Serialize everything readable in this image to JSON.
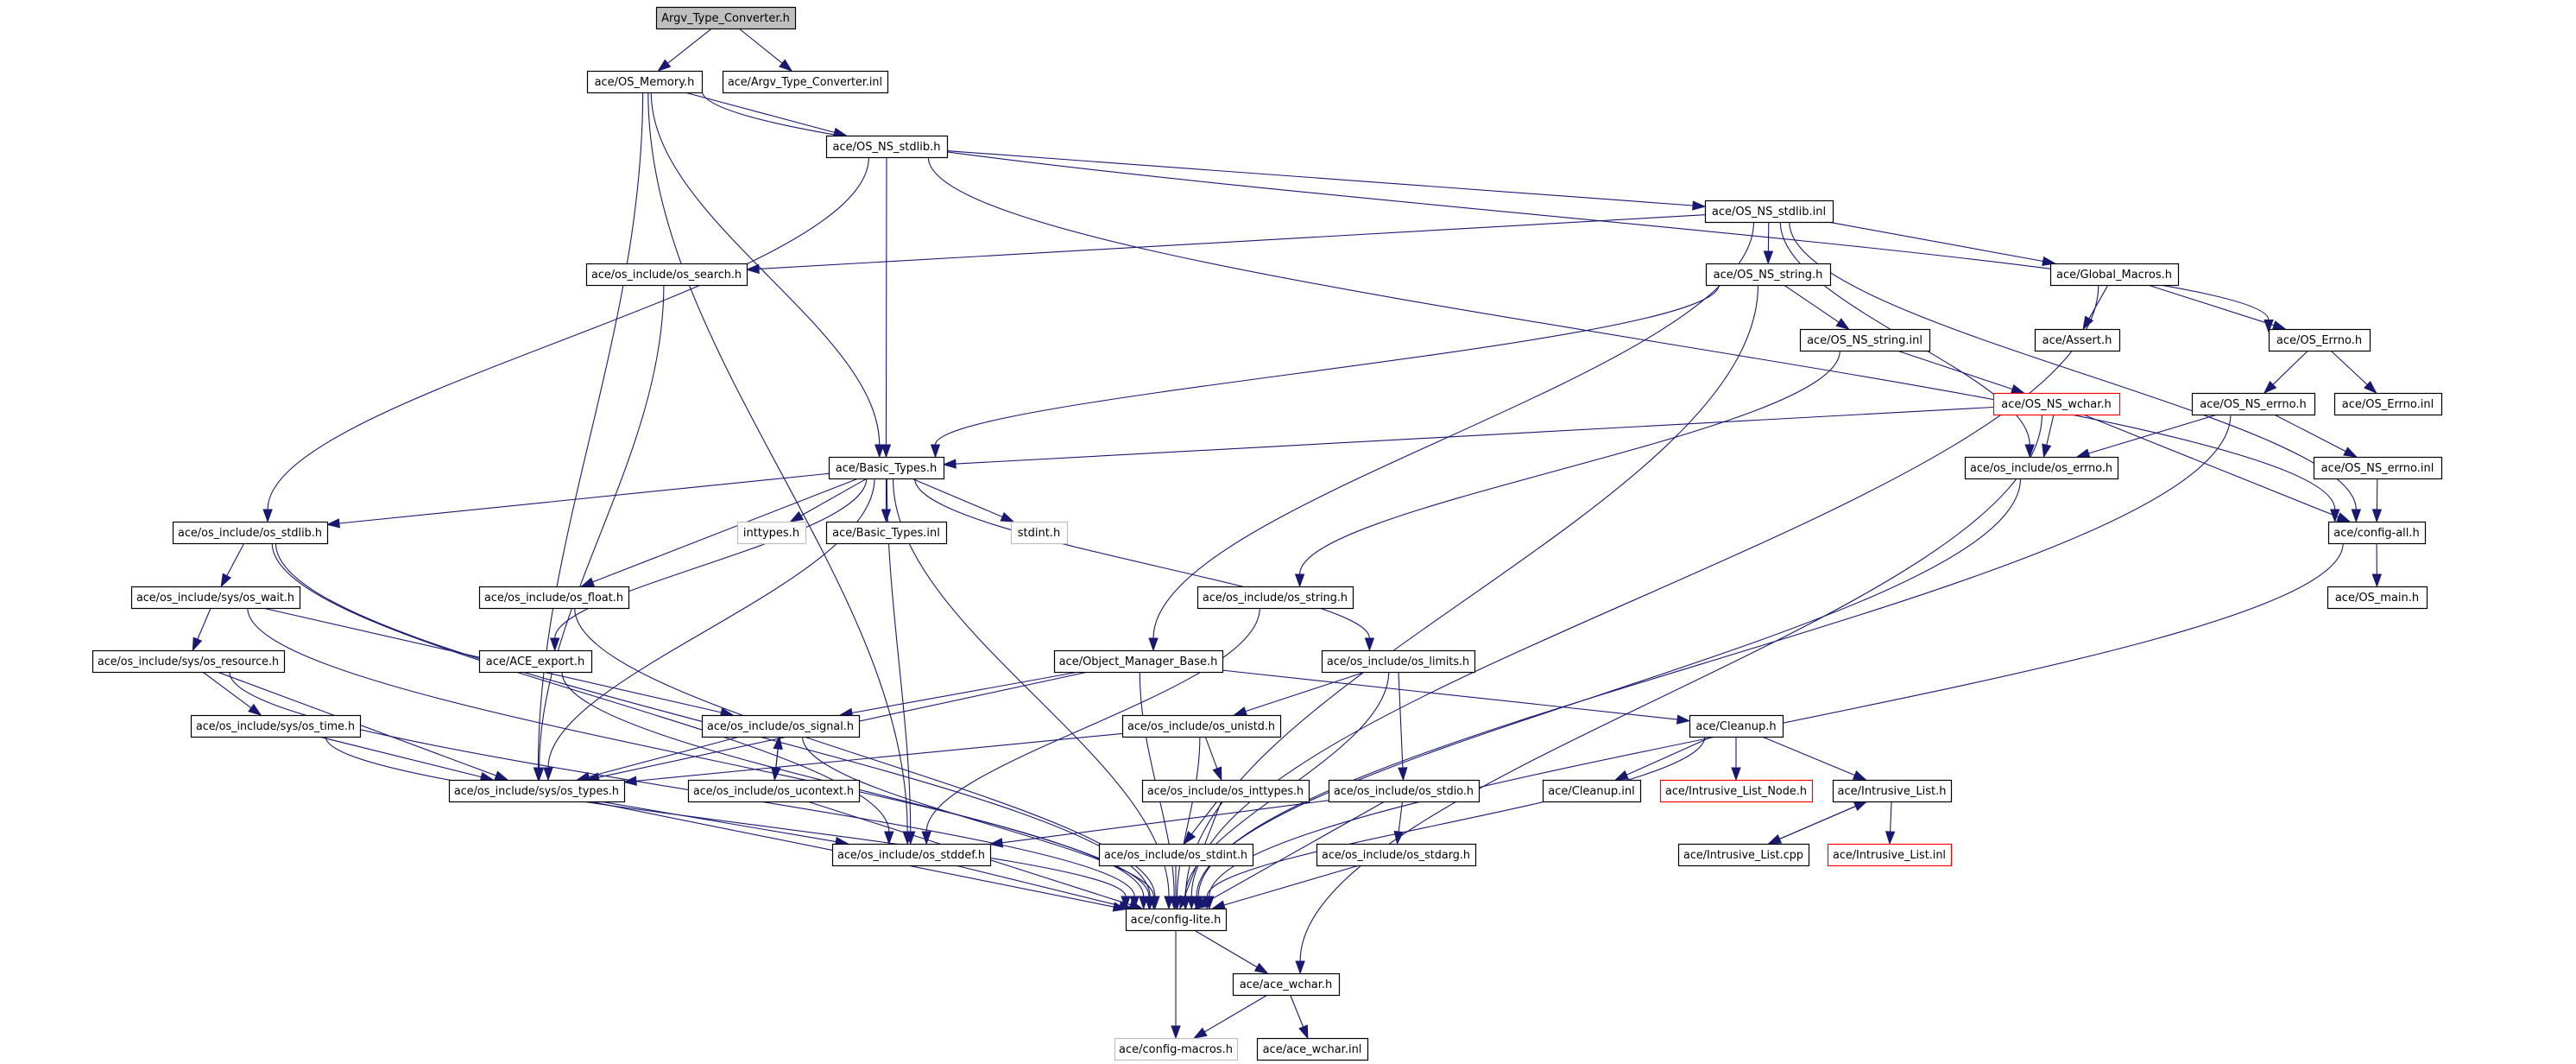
{
  "diagram": {
    "title": "Argv_Type_Converter.h include dependency graph",
    "colors": {
      "edge": "#191970",
      "root_fill": "#bfbfbf",
      "missing_border": "#ff0000",
      "external_border": "#bfbfbf",
      "normal_border": "#000000"
    },
    "nodes": [
      {
        "id": "argv_h",
        "label": "Argv_Type_Converter.h",
        "kind": "root"
      },
      {
        "id": "os_memory",
        "label": "ace/OS_Memory.h",
        "kind": "normal"
      },
      {
        "id": "argv_inl",
        "label": "ace/Argv_Type_Converter.inl",
        "kind": "normal"
      },
      {
        "id": "os_ns_stdlib_h",
        "label": "ace/OS_NS_stdlib.h",
        "kind": "normal"
      },
      {
        "id": "os_ns_stdlib_inl",
        "label": "ace/OS_NS_stdlib.inl",
        "kind": "normal"
      },
      {
        "id": "os_search",
        "label": "ace/os_include/os_search.h",
        "kind": "normal"
      },
      {
        "id": "os_ns_string_h",
        "label": "ace/OS_NS_string.h",
        "kind": "normal"
      },
      {
        "id": "global_macros",
        "label": "ace/Global_Macros.h",
        "kind": "normal"
      },
      {
        "id": "os_ns_string_inl",
        "label": "ace/OS_NS_string.inl",
        "kind": "normal"
      },
      {
        "id": "assert_h",
        "label": "ace/Assert.h",
        "kind": "normal"
      },
      {
        "id": "os_errno_h",
        "label": "ace/OS_Errno.h",
        "kind": "normal"
      },
      {
        "id": "os_ns_wchar",
        "label": "ace/OS_NS_wchar.h",
        "kind": "missing"
      },
      {
        "id": "os_ns_errno_h",
        "label": "ace/OS_NS_errno.h",
        "kind": "normal"
      },
      {
        "id": "os_errno_inl",
        "label": "ace/OS_Errno.inl",
        "kind": "normal"
      },
      {
        "id": "basic_types_h",
        "label": "ace/Basic_Types.h",
        "kind": "normal"
      },
      {
        "id": "inc_os_errno",
        "label": "ace/os_include/os_errno.h",
        "kind": "normal"
      },
      {
        "id": "os_ns_errno_inl",
        "label": "ace/OS_NS_errno.inl",
        "kind": "normal"
      },
      {
        "id": "inc_os_stdlib",
        "label": "ace/os_include/os_stdlib.h",
        "kind": "normal"
      },
      {
        "id": "inttypes",
        "label": "inttypes.h",
        "kind": "external"
      },
      {
        "id": "basic_types_inl",
        "label": "ace/Basic_Types.inl",
        "kind": "normal"
      },
      {
        "id": "stdint",
        "label": "stdint.h",
        "kind": "external"
      },
      {
        "id": "config_all",
        "label": "ace/config-all.h",
        "kind": "normal"
      },
      {
        "id": "os_wait",
        "label": "ace/os_include/sys/os_wait.h",
        "kind": "normal"
      },
      {
        "id": "os_float",
        "label": "ace/os_include/os_float.h",
        "kind": "normal"
      },
      {
        "id": "inc_os_string",
        "label": "ace/os_include/os_string.h",
        "kind": "normal"
      },
      {
        "id": "os_main",
        "label": "ace/OS_main.h",
        "kind": "normal"
      },
      {
        "id": "os_resource",
        "label": "ace/os_include/sys/os_resource.h",
        "kind": "normal"
      },
      {
        "id": "ace_export",
        "label": "ace/ACE_export.h",
        "kind": "normal"
      },
      {
        "id": "object_manager_base",
        "label": "ace/Object_Manager_Base.h",
        "kind": "normal"
      },
      {
        "id": "os_limits",
        "label": "ace/os_include/os_limits.h",
        "kind": "normal"
      },
      {
        "id": "os_time",
        "label": "ace/os_include/sys/os_time.h",
        "kind": "normal"
      },
      {
        "id": "os_signal",
        "label": "ace/os_include/os_signal.h",
        "kind": "normal"
      },
      {
        "id": "os_unistd",
        "label": "ace/os_include/os_unistd.h",
        "kind": "normal"
      },
      {
        "id": "cleanup_h",
        "label": "ace/Cleanup.h",
        "kind": "normal"
      },
      {
        "id": "os_types",
        "label": "ace/os_include/sys/os_types.h",
        "kind": "normal"
      },
      {
        "id": "os_ucontext",
        "label": "ace/os_include/os_ucontext.h",
        "kind": "normal"
      },
      {
        "id": "os_inttypes",
        "label": "ace/os_include/os_inttypes.h",
        "kind": "normal"
      },
      {
        "id": "os_stdio",
        "label": "ace/os_include/os_stdio.h",
        "kind": "normal"
      },
      {
        "id": "cleanup_inl",
        "label": "ace/Cleanup.inl",
        "kind": "normal"
      },
      {
        "id": "intrusive_list_node",
        "label": "ace/Intrusive_List_Node.h",
        "kind": "missing"
      },
      {
        "id": "intrusive_list_h",
        "label": "ace/Intrusive_List.h",
        "kind": "normal"
      },
      {
        "id": "os_stddef",
        "label": "ace/os_include/os_stddef.h",
        "kind": "normal"
      },
      {
        "id": "os_stdint",
        "label": "ace/os_include/os_stdint.h",
        "kind": "normal"
      },
      {
        "id": "os_stdarg",
        "label": "ace/os_include/os_stdarg.h",
        "kind": "normal"
      },
      {
        "id": "intrusive_list_cpp",
        "label": "ace/Intrusive_List.cpp",
        "kind": "normal"
      },
      {
        "id": "intrusive_list_inl",
        "label": "ace/Intrusive_List.inl",
        "kind": "missing"
      },
      {
        "id": "config_lite",
        "label": "ace/config-lite.h",
        "kind": "normal"
      },
      {
        "id": "ace_wchar_h",
        "label": "ace/ace_wchar.h",
        "kind": "normal"
      },
      {
        "id": "config_macros",
        "label": "ace/config-macros.h",
        "kind": "external"
      },
      {
        "id": "ace_wchar_inl",
        "label": "ace/ace_wchar.inl",
        "kind": "normal"
      }
    ],
    "edges": [
      [
        "argv_h",
        "os_memory"
      ],
      [
        "argv_h",
        "argv_inl"
      ],
      [
        "os_memory",
        "os_ns_stdlib_h"
      ],
      [
        "os_memory",
        "basic_types_h"
      ],
      [
        "os_memory",
        "os_errno_h"
      ],
      [
        "os_memory",
        "os_stddef"
      ],
      [
        "os_memory",
        "os_types"
      ],
      [
        "os_ns_stdlib_h",
        "os_ns_stdlib_inl"
      ],
      [
        "os_ns_stdlib_h",
        "basic_types_h"
      ],
      [
        "os_ns_stdlib_h",
        "inc_os_stdlib"
      ],
      [
        "os_ns_stdlib_h",
        "config_all"
      ],
      [
        "os_ns_stdlib_inl",
        "os_search"
      ],
      [
        "os_ns_stdlib_inl",
        "os_ns_string_h"
      ],
      [
        "os_ns_stdlib_inl",
        "global_macros"
      ],
      [
        "os_ns_stdlib_inl",
        "inc_os_errno"
      ],
      [
        "os_ns_stdlib_inl",
        "config_all"
      ],
      [
        "os_ns_stdlib_inl",
        "object_manager_base"
      ],
      [
        "os_search",
        "os_types"
      ],
      [
        "os_ns_string_h",
        "os_ns_string_inl"
      ],
      [
        "os_ns_string_h",
        "basic_types_h"
      ],
      [
        "os_ns_string_h",
        "config_lite"
      ],
      [
        "global_macros",
        "assert_h"
      ],
      [
        "global_macros",
        "os_errno_h"
      ],
      [
        "global_macros",
        "config_lite"
      ],
      [
        "os_ns_string_inl",
        "os_ns_wchar"
      ],
      [
        "os_ns_string_inl",
        "inc_os_string"
      ],
      [
        "os_errno_h",
        "os_ns_errno_h"
      ],
      [
        "os_errno_h",
        "os_errno_inl"
      ],
      [
        "os_ns_wchar",
        "basic_types_h"
      ],
      [
        "os_ns_wchar",
        "inc_os_errno"
      ],
      [
        "os_ns_wchar",
        "config_all"
      ],
      [
        "os_ns_wchar",
        "ace_wchar_h"
      ],
      [
        "os_ns_errno_h",
        "inc_os_errno"
      ],
      [
        "os_ns_errno_h",
        "os_ns_errno_inl"
      ],
      [
        "os_ns_errno_h",
        "config_lite"
      ],
      [
        "os_ns_errno_inl",
        "config_all"
      ],
      [
        "inc_os_errno",
        "config_lite"
      ],
      [
        "basic_types_h",
        "inc_os_stdlib"
      ],
      [
        "basic_types_h",
        "inttypes"
      ],
      [
        "basic_types_h",
        "basic_types_inl"
      ],
      [
        "basic_types_h",
        "stdint"
      ],
      [
        "basic_types_h",
        "os_float"
      ],
      [
        "basic_types_h",
        "ace_export"
      ],
      [
        "basic_types_h",
        "os_limits"
      ],
      [
        "basic_types_h",
        "os_types"
      ],
      [
        "basic_types_h",
        "os_stddef"
      ],
      [
        "basic_types_h",
        "config_lite"
      ],
      [
        "config_all",
        "os_main"
      ],
      [
        "config_all",
        "config_lite"
      ],
      [
        "inc_os_stdlib",
        "os_wait"
      ],
      [
        "inc_os_stdlib",
        "os_stddef"
      ],
      [
        "inc_os_stdlib",
        "config_lite"
      ],
      [
        "os_wait",
        "os_resource"
      ],
      [
        "os_wait",
        "os_signal"
      ],
      [
        "os_wait",
        "config_lite"
      ],
      [
        "os_float",
        "config_lite"
      ],
      [
        "inc_os_string",
        "os_stddef"
      ],
      [
        "os_resource",
        "os_time"
      ],
      [
        "os_resource",
        "os_types"
      ],
      [
        "os_resource",
        "config_lite"
      ],
      [
        "ace_export",
        "config_lite"
      ],
      [
        "object_manager_base",
        "os_signal"
      ],
      [
        "object_manager_base",
        "os_types"
      ],
      [
        "object_manager_base",
        "cleanup_h"
      ],
      [
        "object_manager_base",
        "config_lite"
      ],
      [
        "os_limits",
        "os_unistd"
      ],
      [
        "os_limits",
        "os_stdio"
      ],
      [
        "os_limits",
        "config_lite"
      ],
      [
        "os_time",
        "os_types"
      ],
      [
        "os_time",
        "config_lite"
      ],
      [
        "os_signal",
        "os_types"
      ],
      [
        "os_signal",
        "os_ucontext"
      ],
      [
        "os_signal",
        "config_lite"
      ],
      [
        "os_ucontext",
        "os_signal"
      ],
      [
        "os_ucontext",
        "config_lite"
      ],
      [
        "os_unistd",
        "os_types"
      ],
      [
        "os_unistd",
        "os_inttypes"
      ],
      [
        "os_unistd",
        "config_lite"
      ],
      [
        "cleanup_h",
        "cleanup_inl"
      ],
      [
        "cleanup_h",
        "intrusive_list_node"
      ],
      [
        "cleanup_h",
        "intrusive_list_h"
      ],
      [
        "cleanup_h",
        "config_lite"
      ],
      [
        "os_types",
        "os_stddef"
      ],
      [
        "os_types",
        "config_lite"
      ],
      [
        "os_inttypes",
        "os_stdint"
      ],
      [
        "os_inttypes",
        "config_lite"
      ],
      [
        "os_stdio",
        "os_stddef"
      ],
      [
        "os_stdio",
        "os_stdarg"
      ],
      [
        "os_stdio",
        "config_lite"
      ],
      [
        "intrusive_list_h",
        "intrusive_list_cpp"
      ],
      [
        "intrusive_list_h",
        "intrusive_list_inl"
      ],
      [
        "intrusive_list_cpp",
        "intrusive_list_h"
      ],
      [
        "os_stddef",
        "config_lite"
      ],
      [
        "os_stdint",
        "config_lite"
      ],
      [
        "os_stdarg",
        "config_lite"
      ],
      [
        "config_lite",
        "ace_wchar_h"
      ],
      [
        "config_lite",
        "config_macros"
      ],
      [
        "ace_wchar_h",
        "config_macros"
      ],
      [
        "ace_wchar_h",
        "ace_wchar_inl"
      ]
    ]
  }
}
